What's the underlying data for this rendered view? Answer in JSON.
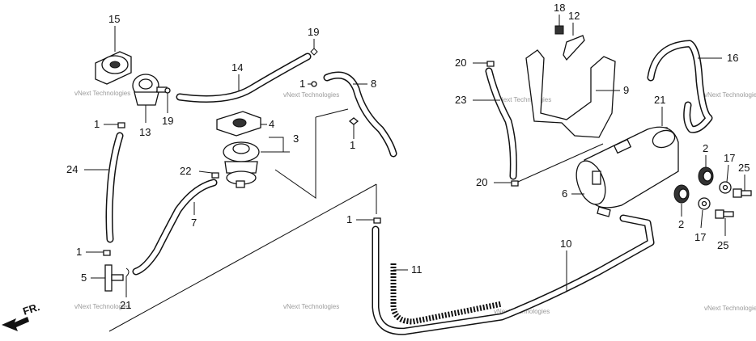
{
  "diagram": {
    "callouts": [
      {
        "key": "c15",
        "text": "15"
      },
      {
        "key": "c13",
        "text": "13"
      },
      {
        "key": "c19a",
        "text": "19"
      },
      {
        "key": "c19b",
        "text": "19"
      },
      {
        "key": "c14",
        "text": "14"
      },
      {
        "key": "c8",
        "text": "8"
      },
      {
        "key": "c1a",
        "text": "1"
      },
      {
        "key": "c1b",
        "text": "1"
      },
      {
        "key": "c1c",
        "text": "1"
      },
      {
        "key": "c1d",
        "text": "1"
      },
      {
        "key": "c1e",
        "text": "1"
      },
      {
        "key": "c4",
        "text": "4"
      },
      {
        "key": "c3",
        "text": "3"
      },
      {
        "key": "c24",
        "text": "24"
      },
      {
        "key": "c22",
        "text": "22"
      },
      {
        "key": "c7",
        "text": "7"
      },
      {
        "key": "c5",
        "text": "5"
      },
      {
        "key": "c21a",
        "text": "21"
      },
      {
        "key": "c21b",
        "text": "21"
      },
      {
        "key": "c18",
        "text": "18"
      },
      {
        "key": "c12",
        "text": "12"
      },
      {
        "key": "c20a",
        "text": "20"
      },
      {
        "key": "c20b",
        "text": "20"
      },
      {
        "key": "c23",
        "text": "23"
      },
      {
        "key": "c9",
        "text": "9"
      },
      {
        "key": "c16",
        "text": "16"
      },
      {
        "key": "c6",
        "text": "6"
      },
      {
        "key": "c2a",
        "text": "2"
      },
      {
        "key": "c2b",
        "text": "2"
      },
      {
        "key": "c17a",
        "text": "17"
      },
      {
        "key": "c17b",
        "text": "17"
      },
      {
        "key": "c25a",
        "text": "25"
      },
      {
        "key": "c25b",
        "text": "25"
      },
      {
        "key": "c10",
        "text": "10"
      },
      {
        "key": "c11",
        "text": "11"
      }
    ],
    "direction_label": "FR.",
    "watermark": "vNext Technologies"
  }
}
